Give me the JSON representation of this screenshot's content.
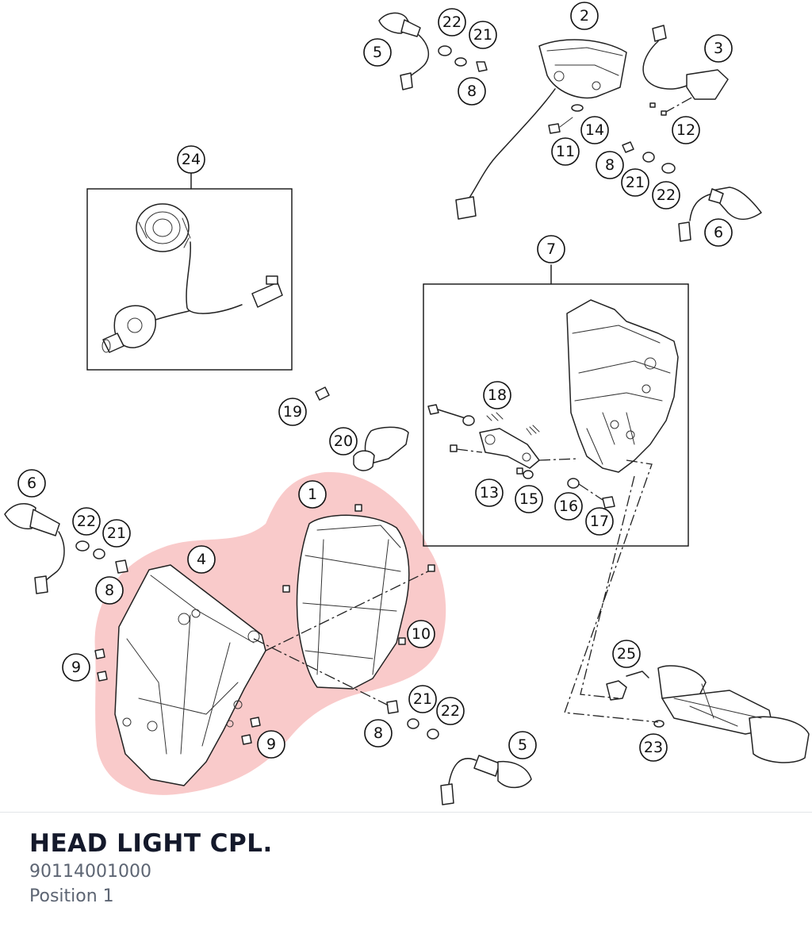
{
  "caption": {
    "title": "HEAD LIGHT CPL.",
    "part_number": "90114001000",
    "position": "Position 1"
  },
  "highlight": {
    "position_label": "1",
    "color": "#f08080"
  },
  "callouts": [
    {
      "id": "c1",
      "label": "1"
    },
    {
      "id": "c2",
      "label": "2"
    },
    {
      "id": "c3",
      "label": "3"
    },
    {
      "id": "c4",
      "label": "4"
    },
    {
      "id": "c5a",
      "label": "5"
    },
    {
      "id": "c5b",
      "label": "5"
    },
    {
      "id": "c6a",
      "label": "6"
    },
    {
      "id": "c6b",
      "label": "6"
    },
    {
      "id": "c7",
      "label": "7"
    },
    {
      "id": "c8a",
      "label": "8"
    },
    {
      "id": "c8b",
      "label": "8"
    },
    {
      "id": "c8c",
      "label": "8"
    },
    {
      "id": "c8d",
      "label": "8"
    },
    {
      "id": "c9a",
      "label": "9"
    },
    {
      "id": "c9b",
      "label": "9"
    },
    {
      "id": "c10",
      "label": "10"
    },
    {
      "id": "c11",
      "label": "11"
    },
    {
      "id": "c12",
      "label": "12"
    },
    {
      "id": "c13",
      "label": "13"
    },
    {
      "id": "c14",
      "label": "14"
    },
    {
      "id": "c15",
      "label": "15"
    },
    {
      "id": "c16",
      "label": "16"
    },
    {
      "id": "c17",
      "label": "17"
    },
    {
      "id": "c18",
      "label": "18"
    },
    {
      "id": "c19",
      "label": "19"
    },
    {
      "id": "c20",
      "label": "20"
    },
    {
      "id": "c21a",
      "label": "21"
    },
    {
      "id": "c21b",
      "label": "21"
    },
    {
      "id": "c21c",
      "label": "21"
    },
    {
      "id": "c21d",
      "label": "21"
    },
    {
      "id": "c22a",
      "label": "22"
    },
    {
      "id": "c22b",
      "label": "22"
    },
    {
      "id": "c22c",
      "label": "22"
    },
    {
      "id": "c22d",
      "label": "22"
    },
    {
      "id": "c23",
      "label": "23"
    },
    {
      "id": "c24",
      "label": "24"
    },
    {
      "id": "c25",
      "label": "25"
    }
  ]
}
